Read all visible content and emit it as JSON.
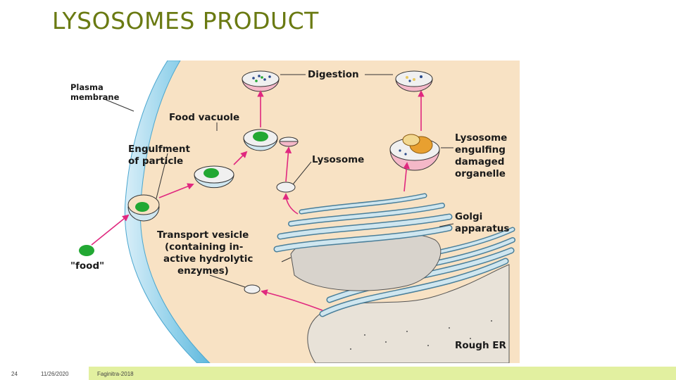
{
  "slide": {
    "title": "LYSOSOMES PRODUCT",
    "slide_number": "24",
    "date": "11/26/2020",
    "author": "Faginitra-2018"
  },
  "diagram": {
    "labels": {
      "plasma_membrane_1": "Plasma",
      "plasma_membrane_2": "membrane",
      "digestion": "Digestion",
      "food_vacuole": "Food vacuole",
      "engulfment_1": "Engulfment",
      "engulfment_2": "of particle",
      "lysosome": "Lysosome",
      "lysosome_engulfing_1": "Lysosome",
      "lysosome_engulfing_2": "engulfing",
      "lysosome_engulfing_3": "damaged",
      "lysosome_engulfing_4": "organelle",
      "golgi_1": "Golgi",
      "golgi_2": "apparatus",
      "transport_1": "Transport vesicle",
      "transport_2": "(containing in-",
      "transport_3": "active hydrolytic",
      "transport_4": "enzymes)",
      "food": "\"food\"",
      "rough_er": "Rough ER"
    },
    "colors": {
      "cytoplasm": "#f8e2c4",
      "membrane": "#8fd0ea",
      "organelle": "#cfe6ef",
      "lysosome_pink": "#f4b8c8",
      "food": "#22a833",
      "arrow": "#e0287f"
    }
  }
}
